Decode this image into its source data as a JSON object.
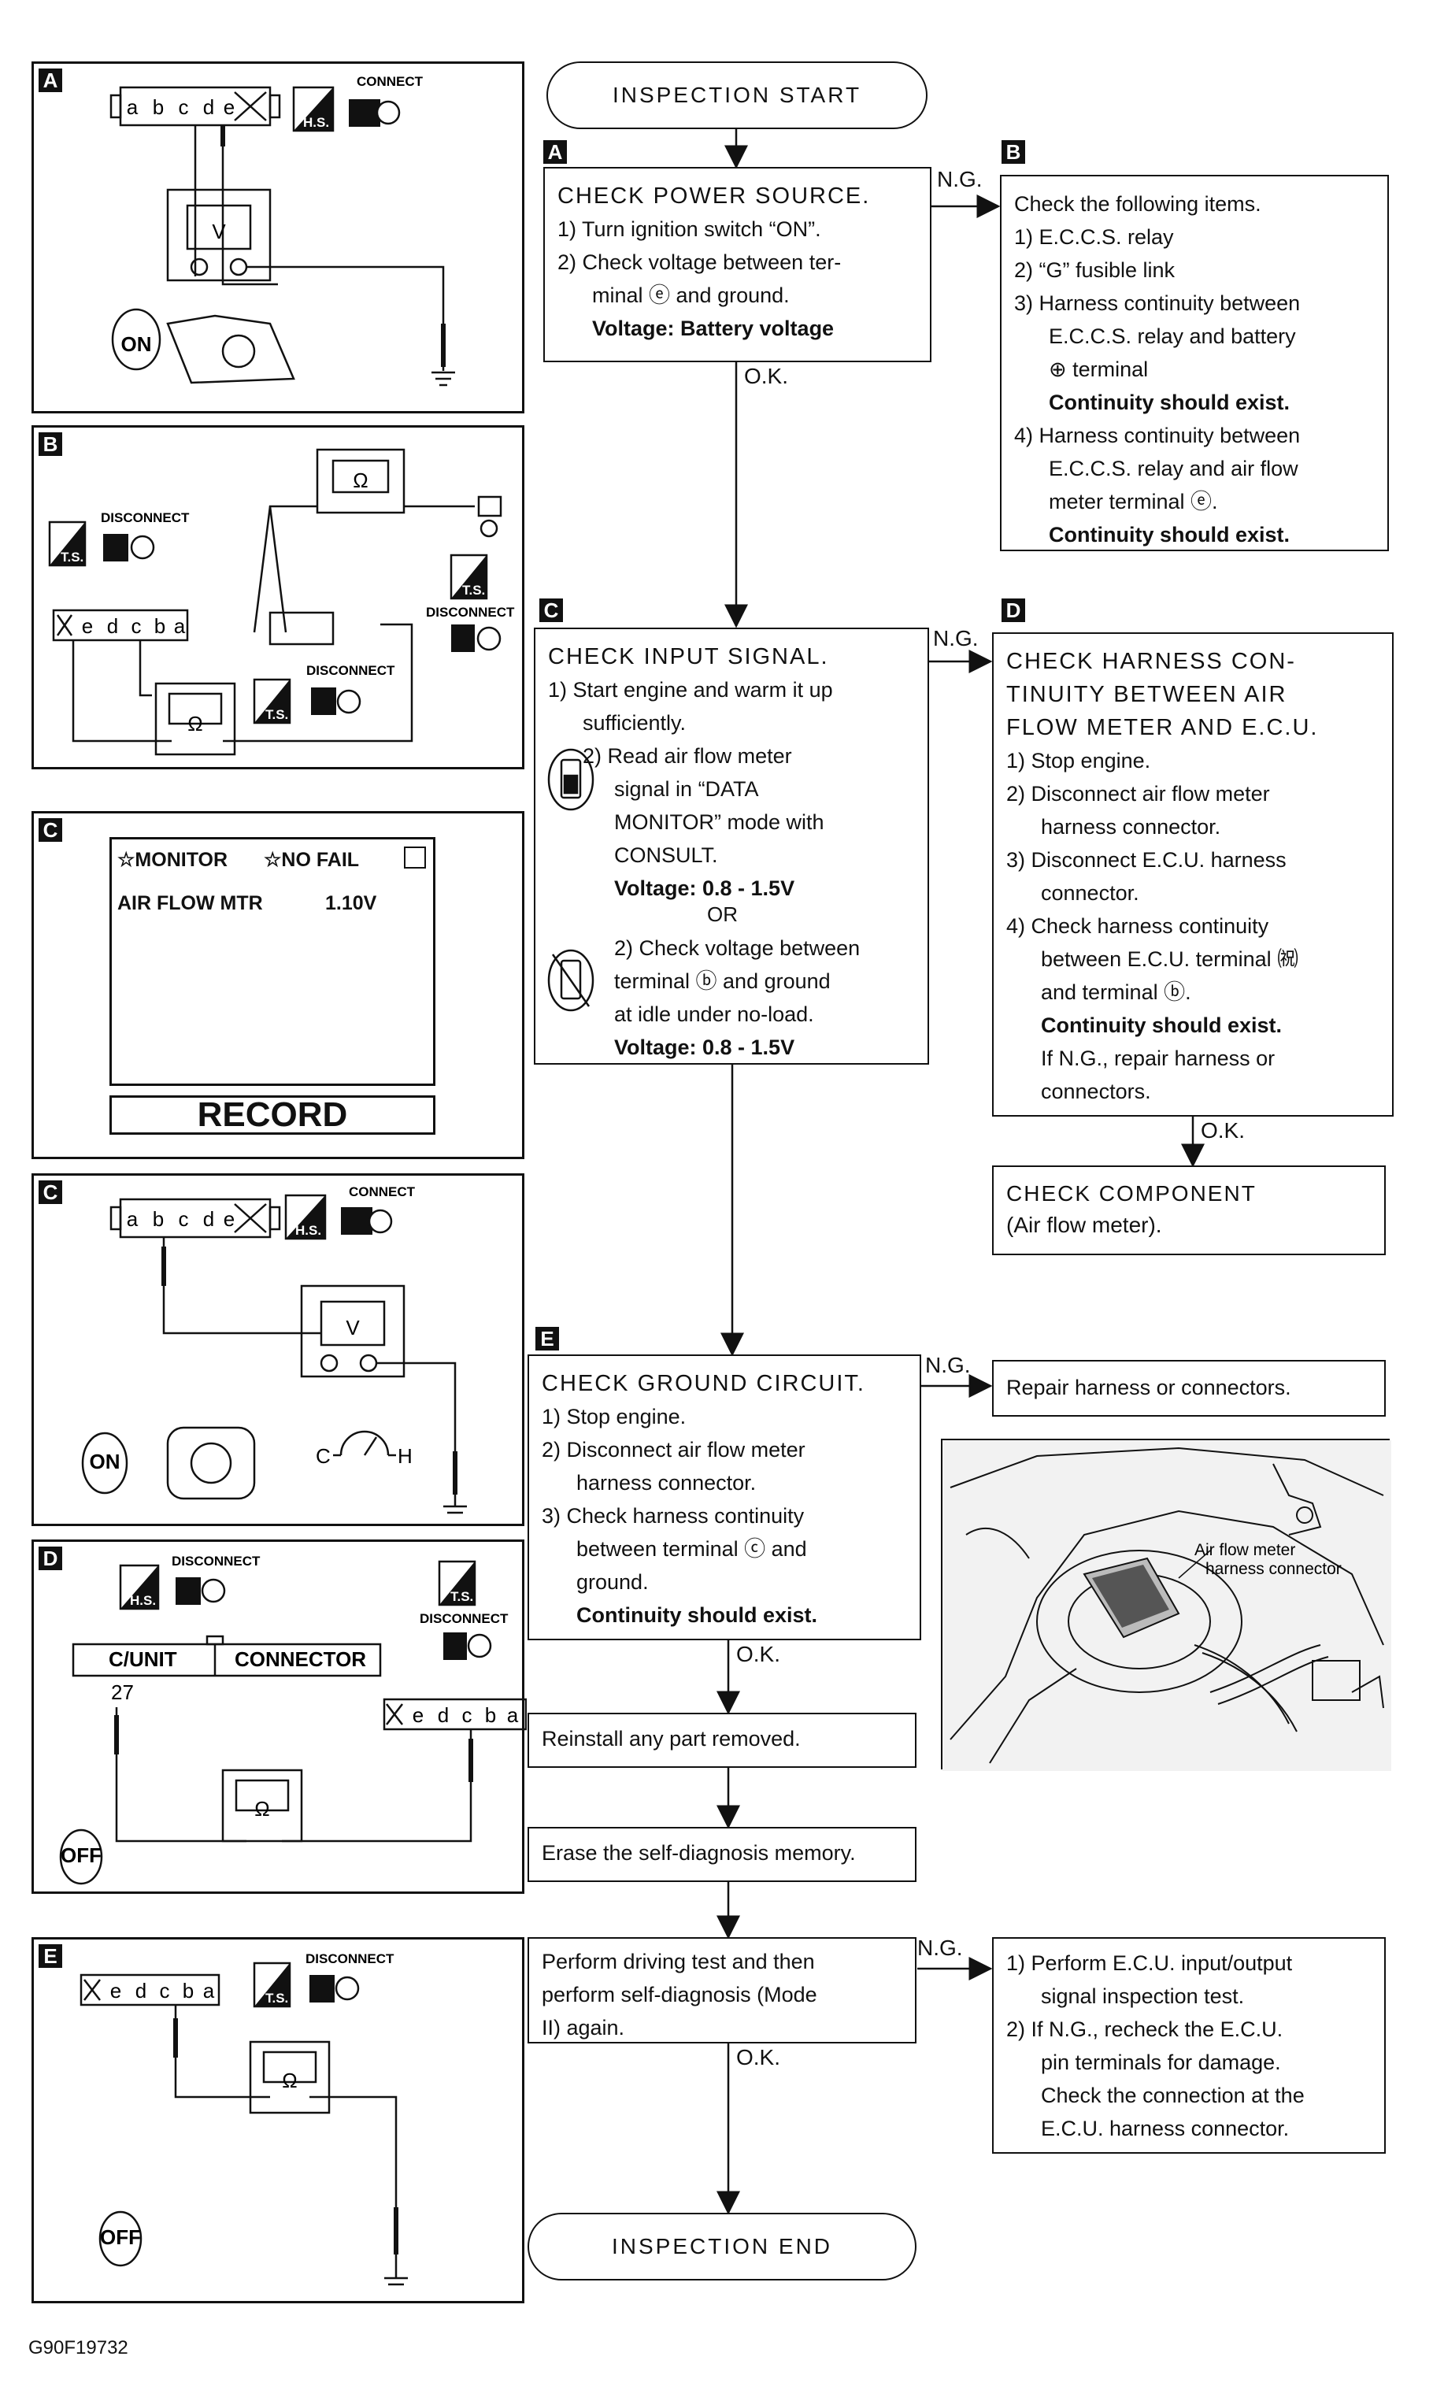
{
  "start_label": "INSPECTION START",
  "end_label": "INSPECTION END",
  "figure_code": "G90F19732",
  "branch": {
    "ng": "N.G.",
    "ok": "O.K.",
    "or": "OR"
  },
  "step_tags": {
    "a": "A",
    "b": "B",
    "c": "C",
    "d": "D",
    "e": "E"
  },
  "step_a": {
    "title": "CHECK POWER SOURCE.",
    "lines": [
      "1) Turn ignition switch “ON”.",
      "2) Check voltage between ter-",
      "minal ⓔ and ground."
    ],
    "spec": "Voltage: Battery voltage"
  },
  "step_b": {
    "lines": [
      "Check the following items.",
      "1) E.C.C.S. relay",
      "2) “G” fusible link",
      "3) Harness continuity between",
      "E.C.C.S. relay and battery",
      "⊕ terminal"
    ],
    "spec1": "Continuity should exist.",
    "lines2": [
      "4) Harness continuity between",
      "E.C.C.S. relay and air flow",
      "meter terminal ⓔ."
    ],
    "spec2": "Continuity should exist."
  },
  "step_c": {
    "title": "CHECK INPUT SIGNAL.",
    "lines": [
      "1) Start engine and warm it up",
      "sufficiently.",
      "2) Read air flow meter",
      "signal in “DATA",
      "MONITOR” mode with",
      "CONSULT."
    ],
    "spec1": "Voltage: 0.8 - 1.5V",
    "lines2": [
      "2) Check voltage between",
      "terminal ⓑ and ground",
      "at idle under no-load."
    ],
    "spec2": "Voltage: 0.8 - 1.5V"
  },
  "step_d": {
    "title": [
      "CHECK HARNESS CON-",
      "TINUITY BETWEEN AIR",
      "FLOW METER AND E.C.U."
    ],
    "lines": [
      "1) Stop engine.",
      "2) Disconnect air flow meter",
      "harness connector.",
      "3) Disconnect E.C.U. harness",
      "connector.",
      "4) Check harness continuity",
      "between E.C.U. terminal ㈷",
      "and terminal ⓑ."
    ],
    "spec": "Continuity should exist.",
    "lines2": [
      "If N.G., repair harness or",
      "connectors."
    ]
  },
  "check_component": [
    "CHECK COMPONENT",
    "(Air flow meter)."
  ],
  "step_e": {
    "title": "CHECK GROUND CIRCUIT.",
    "lines": [
      "1) Stop engine.",
      "2) Disconnect air flow meter",
      "harness connector.",
      "3) Check harness continuity",
      "between terminal ⓒ and",
      "ground."
    ],
    "spec": "Continuity should exist."
  },
  "repair_box": "Repair harness or connectors.",
  "photo_label": [
    "Air flow meter",
    "harness connector"
  ],
  "reinstall": "Reinstall any part removed.",
  "erase": "Erase the self-diagnosis memory.",
  "driving": [
    "Perform driving test and then",
    "perform self-diagnosis (Mode",
    "II) again."
  ],
  "ecu_test": [
    "1) Perform E.C.U. input/output",
    "signal inspection test.",
    "2) If N.G., recheck the E.C.U.",
    "pin terminals for damage.",
    "Check the connection at the",
    "E.C.U. harness connector."
  ],
  "panels": {
    "a": {
      "tag": "A",
      "pins": [
        "a",
        "b",
        "c",
        "d",
        "e"
      ],
      "connect": "CONNECT",
      "hs": "H.S.",
      "meter": "V",
      "key": "ON"
    },
    "b": {
      "tag": "B",
      "pins": [
        "e",
        "d",
        "c",
        "b",
        "a"
      ],
      "disconnect": "DISCONNECT",
      "ts": "T.S.",
      "meter": "Ω"
    },
    "c1": {
      "tag": "C",
      "monitor": "MONITOR",
      "nofail": "NO FAIL",
      "item": "AIR FLOW MTR",
      "value": "1.10V",
      "record": "RECORD"
    },
    "c2": {
      "tag": "C",
      "pins": [
        "a",
        "b",
        "c",
        "d",
        "e"
      ],
      "connect": "CONNECT",
      "hs": "H.S.",
      "meter": "V",
      "key": "ON",
      "gauge_c": "C",
      "gauge_h": "H"
    },
    "d": {
      "tag": "D",
      "disconnect": "DISCONNECT",
      "hs": "H.S.",
      "ts": "T.S.",
      "cunit": "C/UNIT",
      "connector": "CONNECTOR",
      "terminal": "27",
      "pins": [
        "e",
        "d",
        "c",
        "b",
        "a"
      ],
      "meter": "Ω",
      "key": "OFF"
    },
    "e": {
      "tag": "E",
      "pins": [
        "e",
        "d",
        "c",
        "b",
        "a"
      ],
      "disconnect": "DISCONNECT",
      "ts": "T.S.",
      "meter": "Ω",
      "key": "OFF"
    }
  }
}
